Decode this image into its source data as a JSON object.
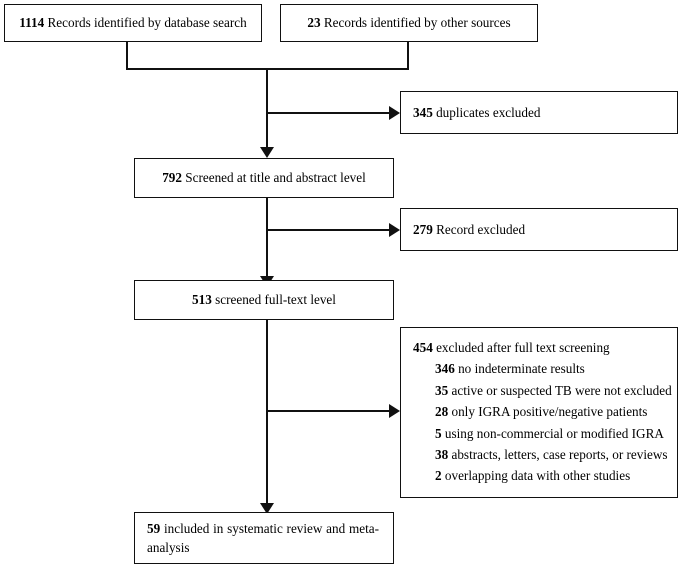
{
  "diagram": {
    "type": "prisma-flow-diagram",
    "nodes": {
      "database_search": {
        "count": "1114",
        "label": "Records identified by database search"
      },
      "other_sources": {
        "count": "23",
        "label": "Records identified by other sources"
      },
      "duplicates_excluded": {
        "count": "345",
        "label": "duplicates excluded"
      },
      "title_abstract_screened": {
        "count": "792",
        "label": "Screened at title and abstract level"
      },
      "record_excluded": {
        "count": "279",
        "label": "Record excluded"
      },
      "fulltext_screened": {
        "count": "513",
        "label": "screened full-text level"
      },
      "fulltext_excluded": {
        "count": "454",
        "label": "excluded after full text screening",
        "reasons": [
          {
            "count": "346",
            "label": "no indeterminate results"
          },
          {
            "count": "35",
            "label": "active or suspected TB were not excluded"
          },
          {
            "count": "28",
            "label": "only IGRA positive/negative patients"
          },
          {
            "count": "5",
            "label": "using non-commercial or modified IGRA"
          },
          {
            "count": "38",
            "label": "abstracts, letters, case reports, or reviews"
          },
          {
            "count": "2",
            "label": "overlapping data with other studies"
          }
        ]
      },
      "included": {
        "count": "59",
        "label": "included in systematic review and meta-analysis"
      }
    },
    "colors": {
      "line": "#111111",
      "box_fill": "#ffffff",
      "text": "#000000"
    }
  }
}
